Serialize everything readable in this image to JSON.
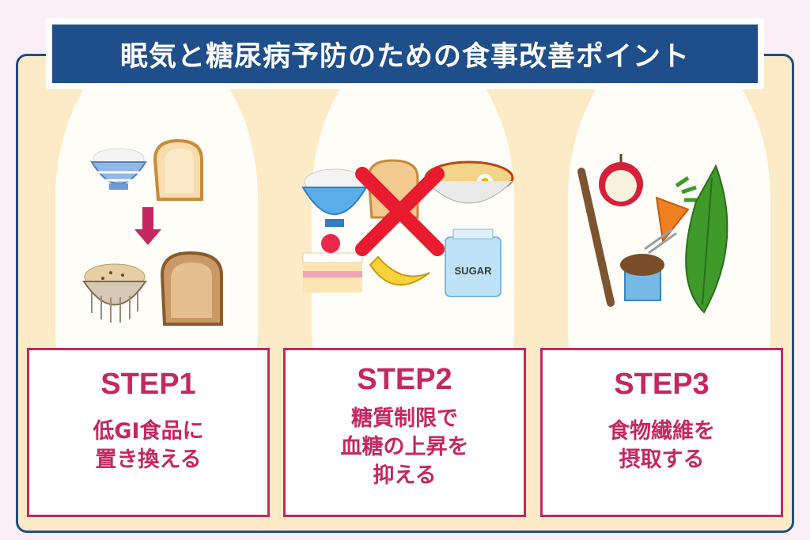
{
  "title": "眠気と糖尿病予防のための食事改善ポイント",
  "steps": [
    {
      "label": "STEP1",
      "text": "低GI食品に\n置き換える"
    },
    {
      "label": "STEP2",
      "text": "糖質制限で\n血糖の上昇を\n抑える"
    },
    {
      "label": "STEP3",
      "text": "食物繊維を\n摂取する"
    }
  ],
  "illustrations": {
    "sugar_label": "SUGAR"
  },
  "colors": {
    "title_bg": "#1f4f8a",
    "accent": "#c52860",
    "panel_bg": "#fdebc7"
  }
}
